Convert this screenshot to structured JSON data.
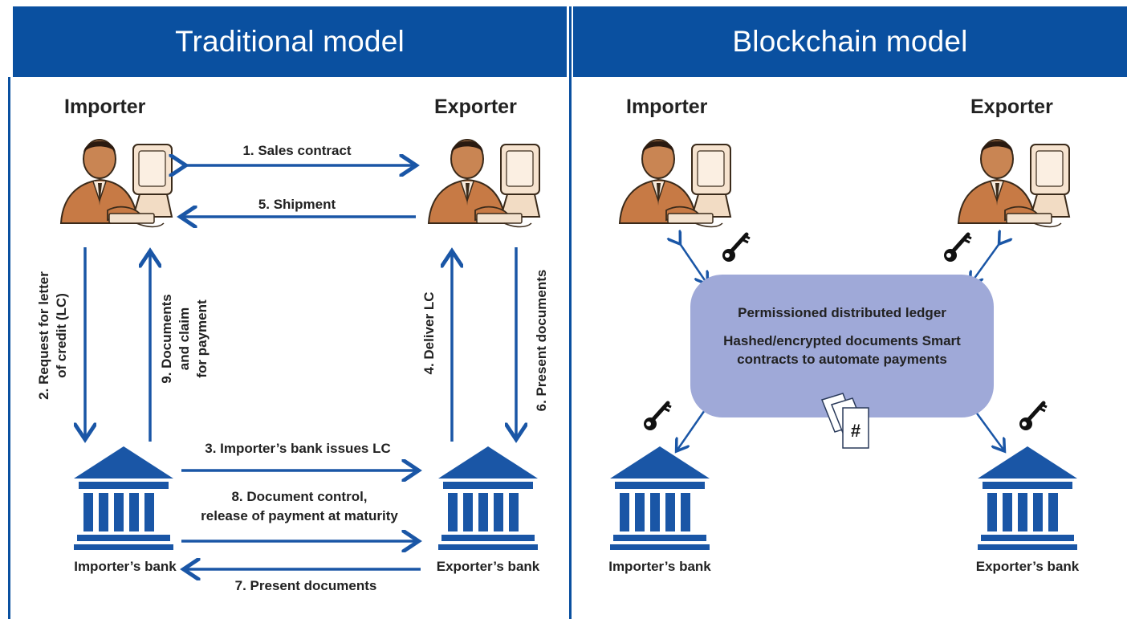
{
  "panels": {
    "left_title": "Traditional model",
    "right_title": "Blockchain model"
  },
  "traditional": {
    "importer": "Importer",
    "exporter": "Exporter",
    "importer_bank": "Importer’s bank",
    "exporter_bank": "Exporter’s bank",
    "steps": {
      "s1": "1. Sales contract",
      "s2_line1": "2. Request for letter",
      "s2_line2": "of credit (LC)",
      "s3": "3. Importer’s bank issues LC",
      "s4": "4. Deliver LC",
      "s5": "5. Shipment",
      "s6": "6. Present documents",
      "s7": "7. Present documents",
      "s8_line1": "8. Document control,",
      "s8_line2": "release of payment at maturity",
      "s9_line1": "9. Documents",
      "s9_line2": "and claim",
      "s9_line3": "for payment"
    }
  },
  "blockchain": {
    "importer": "Importer",
    "exporter": "Exporter",
    "importer_bank": "Importer’s bank",
    "exporter_bank": "Exporter’s bank",
    "ledger_title": "Permissioned distributed ledger",
    "ledger_body": "Hashed/encrypted documents Smart contracts to automate payments",
    "hash_symbol": "#"
  },
  "colors": {
    "header_blue": "#0a50a0",
    "arrow_blue": "#1a56a6",
    "ledger_fill": "#9fa9d8",
    "person_skin": "#c77a45"
  }
}
